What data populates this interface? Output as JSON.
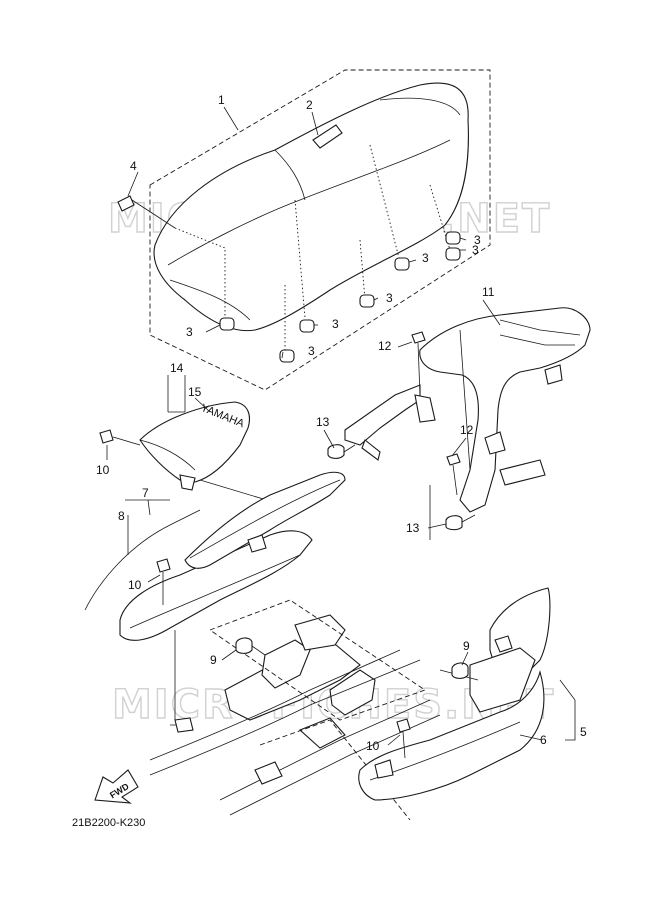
{
  "diagram": {
    "part_code": "21B2200-K230",
    "fwd_label": "FWD",
    "seat_badge_text": "YAMAHA",
    "watermarks": [
      "MICROFICHES.NET",
      "MICROFICHES.NET"
    ],
    "callouts": [
      "1",
      "2",
      "3",
      "3",
      "3",
      "3",
      "3",
      "3",
      "3",
      "4",
      "5",
      "6",
      "7",
      "8",
      "9",
      "9",
      "10",
      "10",
      "10",
      "11",
      "12",
      "12",
      "13",
      "13",
      "14",
      "15"
    ]
  }
}
